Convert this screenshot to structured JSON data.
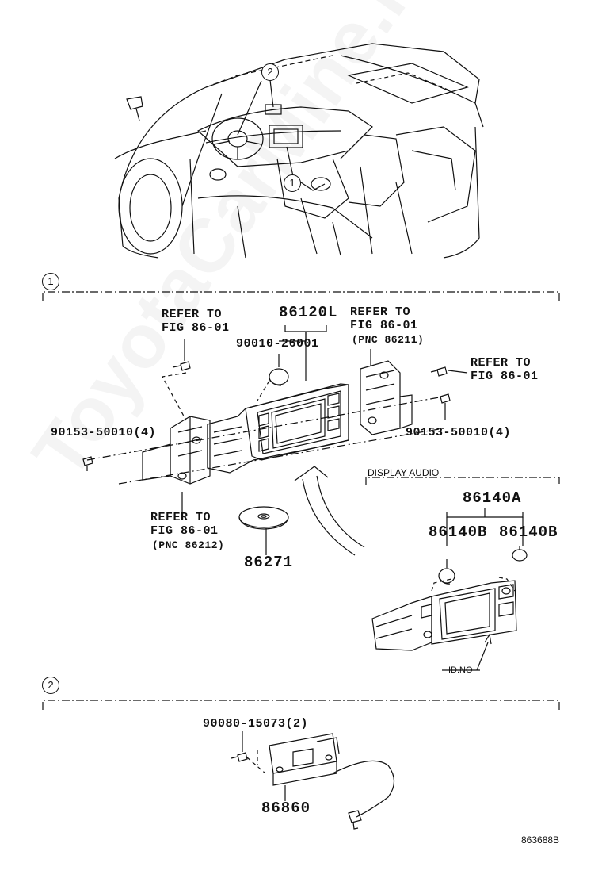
{
  "watermark": "ToyotaCarMine.ru",
  "callouts": {
    "one": "1",
    "two": "2"
  },
  "section1": {
    "refer_top_left": [
      "REFER TO",
      "FIG 86-01"
    ],
    "refer_top_right": [
      "REFER TO",
      "FIG 86-01",
      "(PNC 86211)"
    ],
    "refer_right": [
      "REFER TO",
      "FIG 86-01"
    ],
    "refer_bottom_left": [
      "REFER TO",
      "FIG 86-01",
      "(PNC 86212)"
    ],
    "part_86120L": "86120L",
    "part_90010": "90010-26001",
    "part_90153_left": "90153-50010(4)",
    "part_90153_right": "90153-50010(4)",
    "part_86271": "86271",
    "display_audio": {
      "heading": "DISPLAY AUDIO",
      "part_86140A": "86140A",
      "part_86140B_left": "86140B",
      "part_86140B_right": "86140B",
      "id_no": "ID.NO"
    }
  },
  "section2": {
    "part_90080": "90080-15073(2)",
    "part_86860": "86860"
  },
  "figure_code": "863688B",
  "colors": {
    "line": "#111111",
    "background": "#ffffff"
  }
}
